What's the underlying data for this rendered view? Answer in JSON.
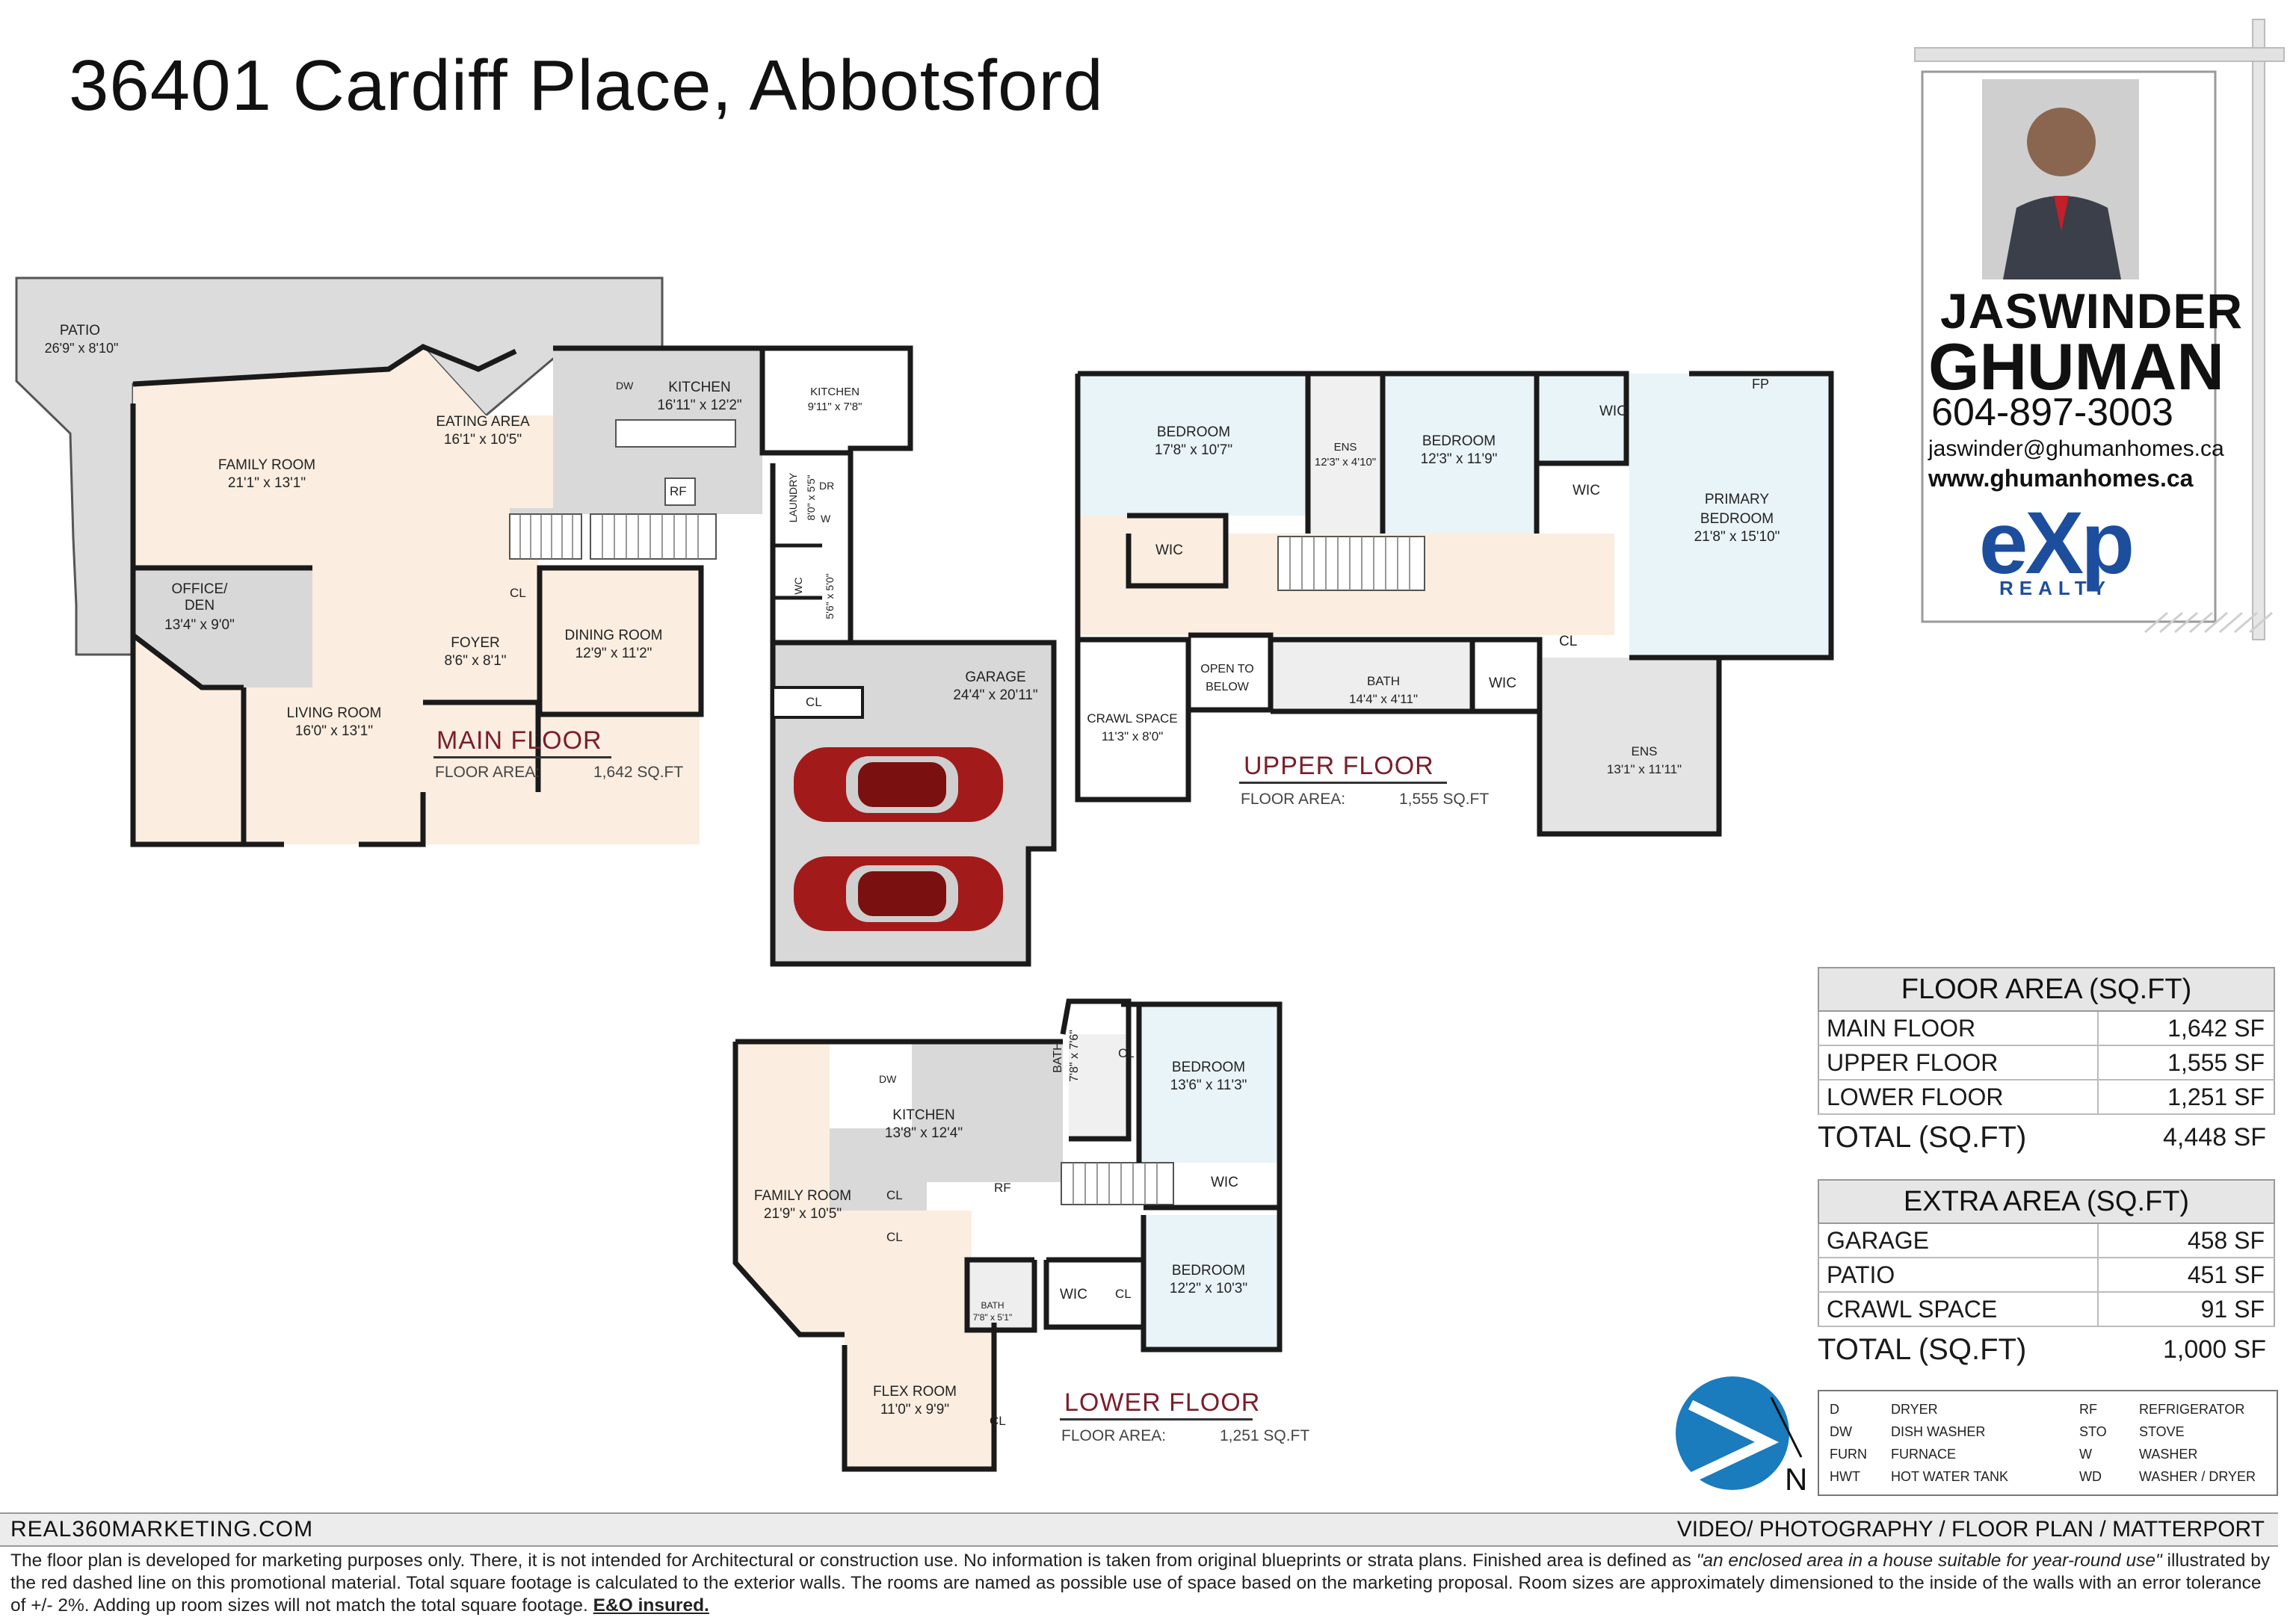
{
  "title": "36401 Cardiff Place, Abbotsford",
  "agent": {
    "first_name": "JASWINDER",
    "last_name": "GHUMAN",
    "phone": "604-897-3003",
    "email": "jaswinder@ghumanhomes.ca",
    "website": "www.ghumanhomes.ca",
    "brand": "eXp",
    "brand_sub": "REALTY"
  },
  "floors": {
    "main": {
      "label": "MAIN FLOOR",
      "area_label": "FLOOR AREA:",
      "area_value": "1,642 SQ.FT"
    },
    "upper": {
      "label": "UPPER FLOOR",
      "area_label": "FLOOR AREA:",
      "area_value": "1,555 SQ.FT"
    },
    "lower": {
      "label": "LOWER FLOOR",
      "area_label": "FLOOR AREA:",
      "area_value": "1,251 SQ.FT"
    }
  },
  "rooms": {
    "main": [
      {
        "name": "PATIO",
        "dims": "26'9\" x 8'10\""
      },
      {
        "name": "FAMILY ROOM",
        "dims": "21'1\" x 13'1\""
      },
      {
        "name": "EATING AREA",
        "dims": "16'1\" x 10'5\""
      },
      {
        "name": "KITCHEN",
        "dims": "16'11\" x 12'2\""
      },
      {
        "name": "KITCHEN",
        "dims": "9'11\" x 7'8\""
      },
      {
        "name": "OFFICE/ DEN",
        "dims": "13'4\" x 9'0\""
      },
      {
        "name": "FOYER",
        "dims": "8'6\" x 8'1\""
      },
      {
        "name": "DINING ROOM",
        "dims": "12'9\" x 11'2\""
      },
      {
        "name": "LIVING ROOM",
        "dims": "16'0\" x 13'1\""
      },
      {
        "name": "GARAGE",
        "dims": "24'4\" x 20'11\""
      },
      {
        "name": "LAUNDRY",
        "dims": "8'0\" x 5'5\""
      },
      {
        "name": "WC",
        "dims": "5'6\" x 5'0\""
      }
    ],
    "upper": [
      {
        "name": "BEDROOM",
        "dims": "17'8\" x 10'7\""
      },
      {
        "name": "ENS",
        "dims": "12'3\" x 4'10\""
      },
      {
        "name": "BEDROOM",
        "dims": "12'3\" x 11'9\""
      },
      {
        "name": "PRIMARY BEDROOM",
        "dims": "21'8\" x 15'10\""
      },
      {
        "name": "CRAWL SPACE",
        "dims": "11'3\" x 8'0\""
      },
      {
        "name": "OPEN TO BELOW",
        "dims": ""
      },
      {
        "name": "BATH",
        "dims": "14'4\" x 4'11\""
      },
      {
        "name": "ENS",
        "dims": "13'1\" x 11'11\""
      }
    ],
    "lower": [
      {
        "name": "KITCHEN",
        "dims": "13'8\" x 12'4\""
      },
      {
        "name": "BATH",
        "dims": "7'8\" x 7'6\""
      },
      {
        "name": "BEDROOM",
        "dims": "13'6\" x 11'3\""
      },
      {
        "name": "FAMILY ROOM",
        "dims": "21'9\" x 10'5\""
      },
      {
        "name": "BEDROOM",
        "dims": "12'2\" x 10'3\""
      },
      {
        "name": "BATH",
        "dims": "7'8\" x 5'1\""
      },
      {
        "name": "FLEX ROOM",
        "dims": "11'0\" x 9'9\""
      }
    ],
    "tags": [
      "DW",
      "RF",
      "CL",
      "WIC",
      "FP",
      "DR",
      "W"
    ]
  },
  "floor_area_table": {
    "header": "FLOOR AREA (SQ.FT)",
    "rows": [
      {
        "label": "MAIN FLOOR",
        "value": "1,642 SF"
      },
      {
        "label": "UPPER FLOOR",
        "value": "1,555 SF"
      },
      {
        "label": "LOWER FLOOR",
        "value": "1,251 SF"
      }
    ],
    "total_label": "TOTAL (SQ.FT)",
    "total_value": "4,448 SF"
  },
  "extra_area_table": {
    "header": "EXTRA AREA (SQ.FT)",
    "rows": [
      {
        "label": "GARAGE",
        "value": "458 SF"
      },
      {
        "label": "PATIO",
        "value": "451 SF"
      },
      {
        "label": "CRAWL SPACE",
        "value": "91 SF"
      }
    ],
    "total_label": "TOTAL (SQ.FT)",
    "total_value": "1,000 SF"
  },
  "compass": "N",
  "legend": [
    {
      "abbr": "D",
      "meaning": "DRYER"
    },
    {
      "abbr": "DW",
      "meaning": "DISH WASHER"
    },
    {
      "abbr": "FURN",
      "meaning": "FURNACE"
    },
    {
      "abbr": "HWT",
      "meaning": "HOT WATER TANK"
    },
    {
      "abbr": "RF",
      "meaning": "REFRIGERATOR"
    },
    {
      "abbr": "STO",
      "meaning": "STOVE"
    },
    {
      "abbr": "W",
      "meaning": "WASHER"
    },
    {
      "abbr": "WD",
      "meaning": "WASHER / DRYER"
    }
  ],
  "footer": {
    "left": "REAL360MARKETING.COM",
    "right": "VIDEO/ PHOTOGRAPHY / FLOOR PLAN / MATTERPORT",
    "disclaimer_a": "The floor plan is developed for marketing purposes only. There, it is not intended for Architectural or construction use. No information is  taken from original blueprints or strata plans. Finished area is defined as ",
    "disclaimer_quote": "\"an enclosed area in a house suitable for year-round use\"",
    "disclaimer_b": " illustrated by the red dashed line on this promotional material. Total square footage is calculated to the exterior walls. The rooms are named as possible use of space based on the marketing proposal. Room sizes are approximately dimensioned to the inside of the walls with an error tolerance of +/- 2%. Adding up room sizes will not match the total square footage. ",
    "disclaimer_eo": "E&O insured."
  },
  "colors": {
    "wall": "#1a1a1a",
    "main_fill": "#fbeee0",
    "kitchen_fill": "#d9d9d9",
    "bedroom_fill": "#e9f4f8",
    "garage_fill": "#d8d8d8",
    "floor_label": "#7b1e2a",
    "brand": "#1d4d9d",
    "compass": "#1a7bbd"
  }
}
